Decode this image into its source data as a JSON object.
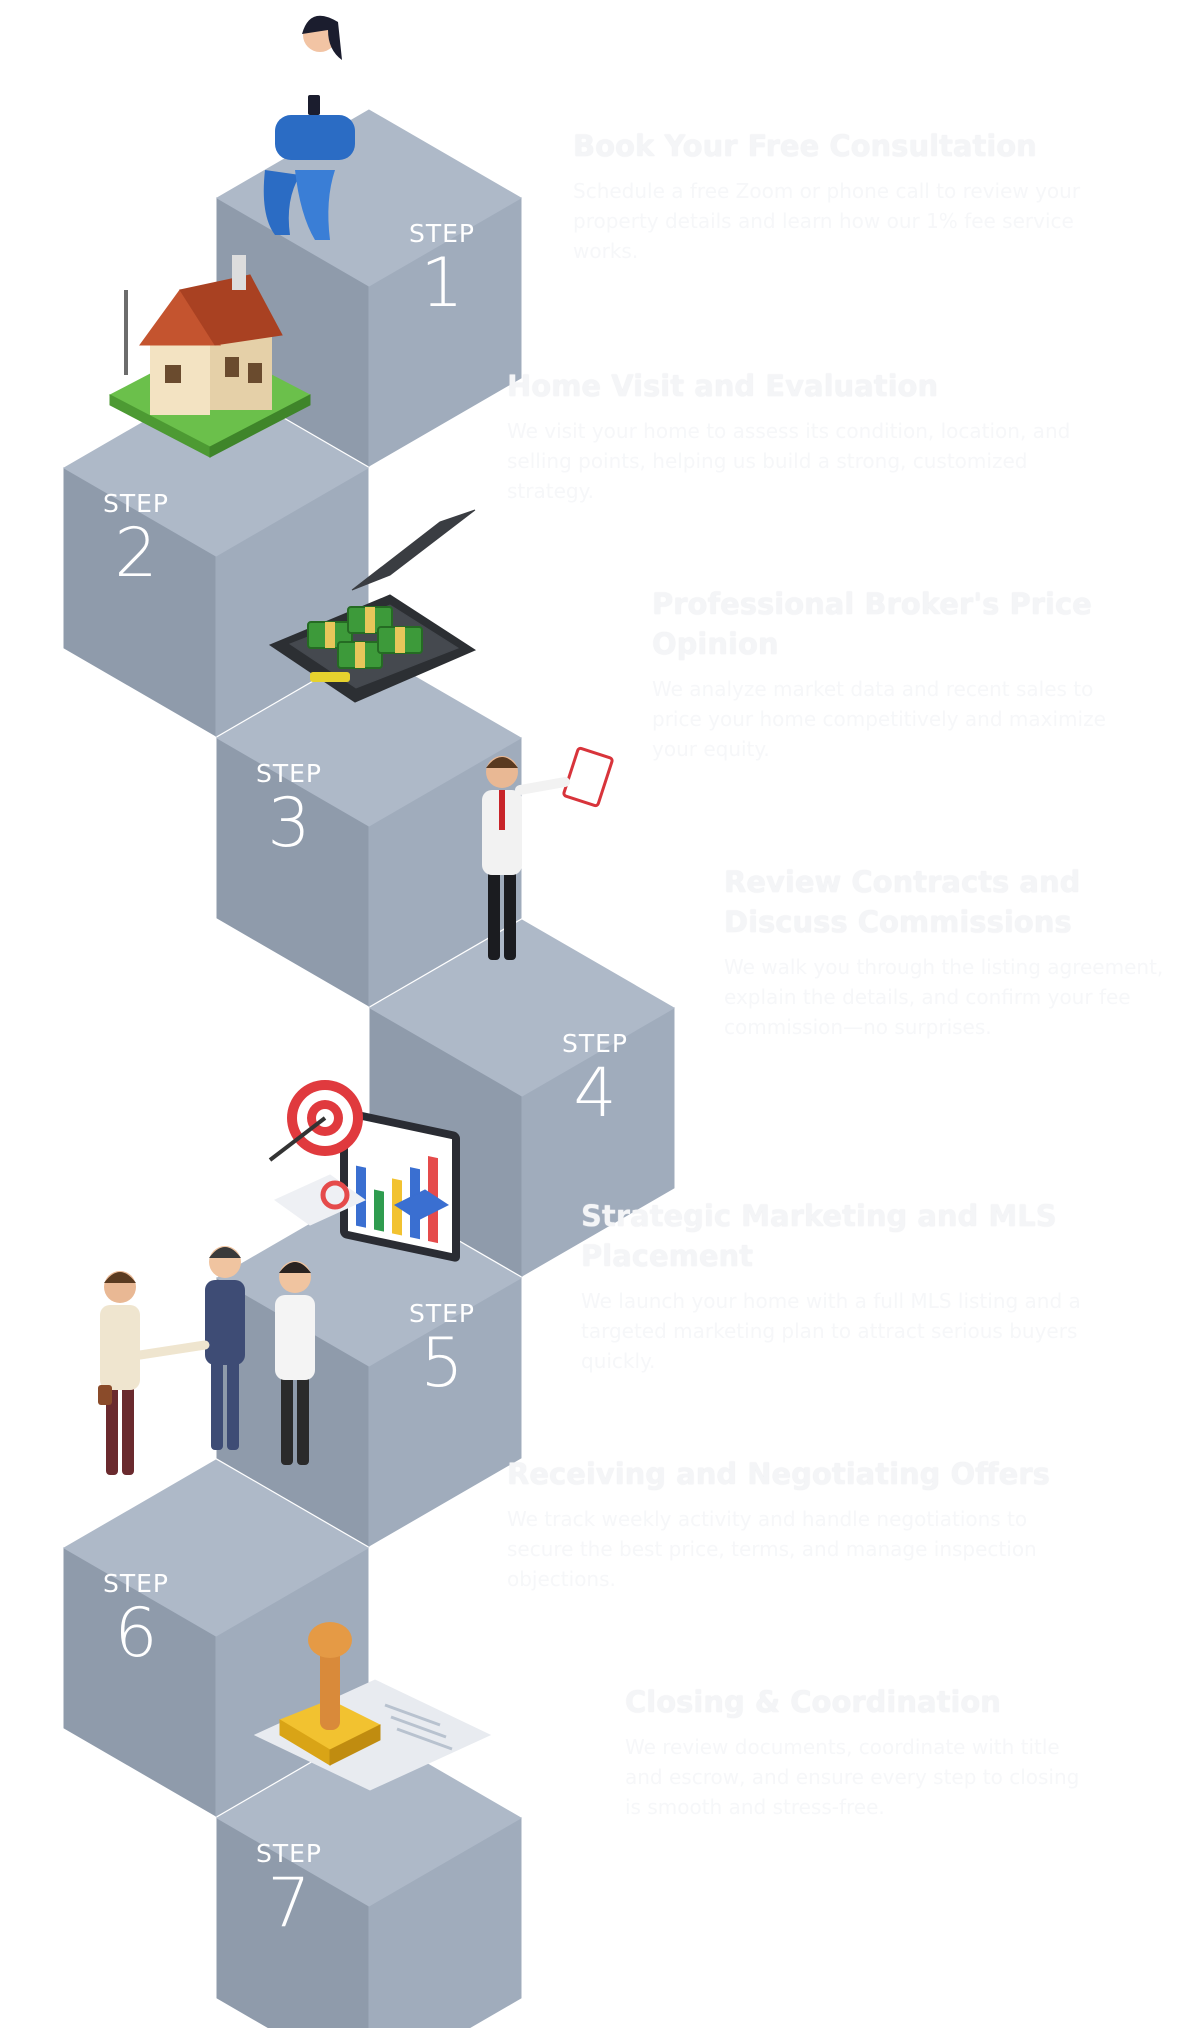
{
  "colors": {
    "cube_top": "#aeb9c8",
    "cube_left": "#8f9bab",
    "cube_right": "#a0acbc",
    "text": "#f4f5f7"
  },
  "steps": [
    {
      "word": "STEP",
      "number": "1",
      "title": "Book Your Free Consultation",
      "text": "Schedule a free Zoom or phone call to review your property details and learn how our 1% fee service works.",
      "illustration": "woman-on-phone-icon"
    },
    {
      "word": "STEP",
      "number": "2",
      "title": "Home Visit and Evaluation",
      "text": "We visit your home to assess its condition, location, and selling points, helping us build a strong, customized strategy.",
      "illustration": "house-icon"
    },
    {
      "word": "STEP",
      "number": "3",
      "title": "Professional Broker's Price Opinion",
      "text": "We analyze market data and recent sales to price your home competitively and maximize your equity.",
      "illustration": "briefcase-money-icon"
    },
    {
      "word": "STEP",
      "number": "4",
      "title": "Review Contracts and Discuss Commissions",
      "text": "We walk you through the listing agreement, explain the details, and confirm your fee commission—no surprises.",
      "illustration": "businessman-clipboard-icon"
    },
    {
      "word": "STEP",
      "number": "5",
      "title": "Strategic Marketing and MLS Placement",
      "text": "We launch your home with a full MLS listing and a targeted marketing plan to attract serious buyers quickly.",
      "illustration": "target-chart-monitor-icon"
    },
    {
      "word": "STEP",
      "number": "6",
      "title": "Receiving and Negotiating Offers",
      "text": "We track weekly activity and handle negotiations to secure the best price, terms, and manage inspection objections.",
      "illustration": "handshake-icon"
    },
    {
      "word": "STEP",
      "number": "7",
      "title": "Closing & Coordination",
      "text": "We review documents, coordinate with title and escrow, and ensure every step to closing is smooth and stress-free.",
      "illustration": "stamp-document-icon"
    }
  ]
}
